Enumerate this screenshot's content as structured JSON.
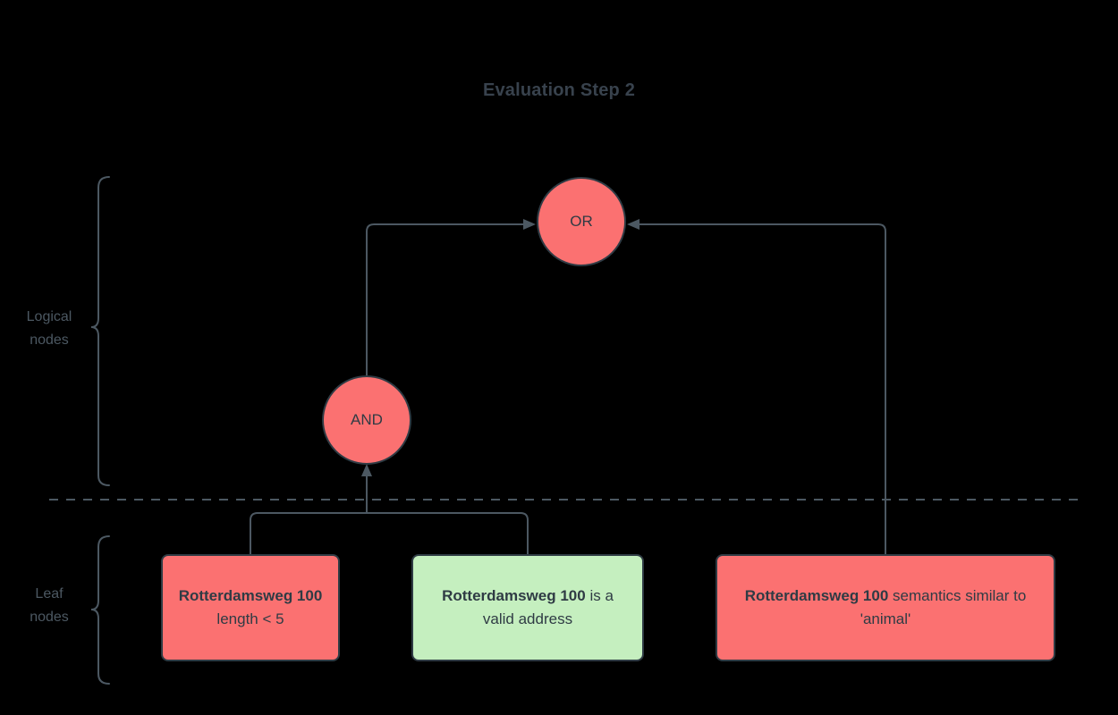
{
  "diagram": {
    "title": "Evaluation Step 2",
    "background_color": "#000000",
    "colors": {
      "node_true_red": "#fb7171",
      "node_green": "#c5efbf",
      "stroke": "#2f3b44",
      "title_text": "#38424d",
      "label_text": "#4c5862"
    },
    "groups": [
      {
        "id": "logical",
        "label_line1": "Logical",
        "label_line2": "nodes"
      },
      {
        "id": "leaf",
        "label_line1": "Leaf",
        "label_line2": "nodes"
      }
    ],
    "logical_nodes": [
      {
        "id": "or",
        "label": "OR",
        "fill": "#fb7171"
      },
      {
        "id": "and",
        "label": "AND",
        "fill": "#fb7171"
      }
    ],
    "leaf_nodes": [
      {
        "id": "leaf-1",
        "bold_text": "Rotterdamsweg 100",
        "rest_text": " length < 5",
        "fill": "#fb7171"
      },
      {
        "id": "leaf-2",
        "bold_text": "Rotterdamsweg 100",
        "rest_text": " is a valid address",
        "fill": "#c5efbf"
      },
      {
        "id": "leaf-3",
        "bold_text": "Rotterdamsweg 100",
        "rest_text": " semantics similar to 'animal'",
        "fill": "#fb7171"
      }
    ]
  }
}
